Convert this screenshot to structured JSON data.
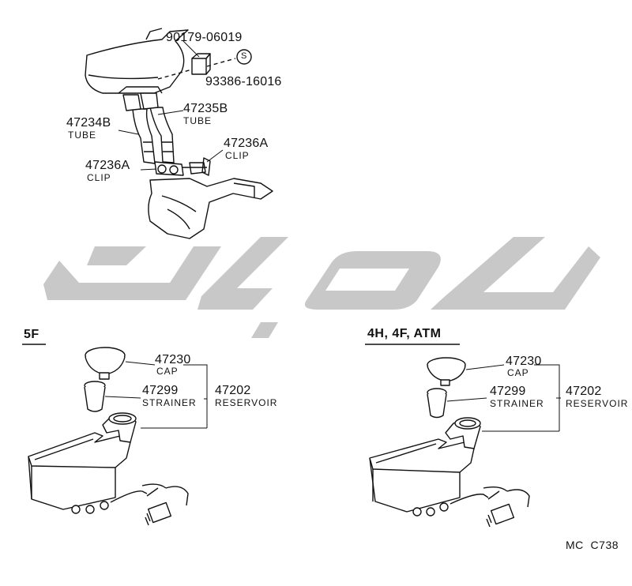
{
  "upper": {
    "part_90179": "90179-06019",
    "part_93386": "93386-16016",
    "s_mark": "S",
    "part_47235B": "47235B",
    "name_47235B": "TUBE",
    "part_47234B": "47234B",
    "name_47234B": "TUBE",
    "part_47236A_right": "47236A",
    "name_47236A_right": "CLIP",
    "part_47236A_left": "47236A",
    "name_47236A_left": "CLIP"
  },
  "left_group": {
    "heading": "5F",
    "cap_part": "47230",
    "cap_name": "CAP",
    "strainer_part": "47299",
    "strainer_name": "STRAINER",
    "reservoir_part": "47202",
    "reservoir_name": "RESERVOIR"
  },
  "right_group": {
    "heading": "4H, 4F, ATM",
    "cap_part": "47230",
    "cap_name": "CAP",
    "strainer_part": "47299",
    "strainer_name": "STRAINER",
    "reservoir_part": "47202",
    "reservoir_name": "RESERVOIR"
  },
  "footer": {
    "reference_code": "MC  C738"
  },
  "colors": {
    "ink": "#111111",
    "watermark": "#c8c8c8"
  }
}
